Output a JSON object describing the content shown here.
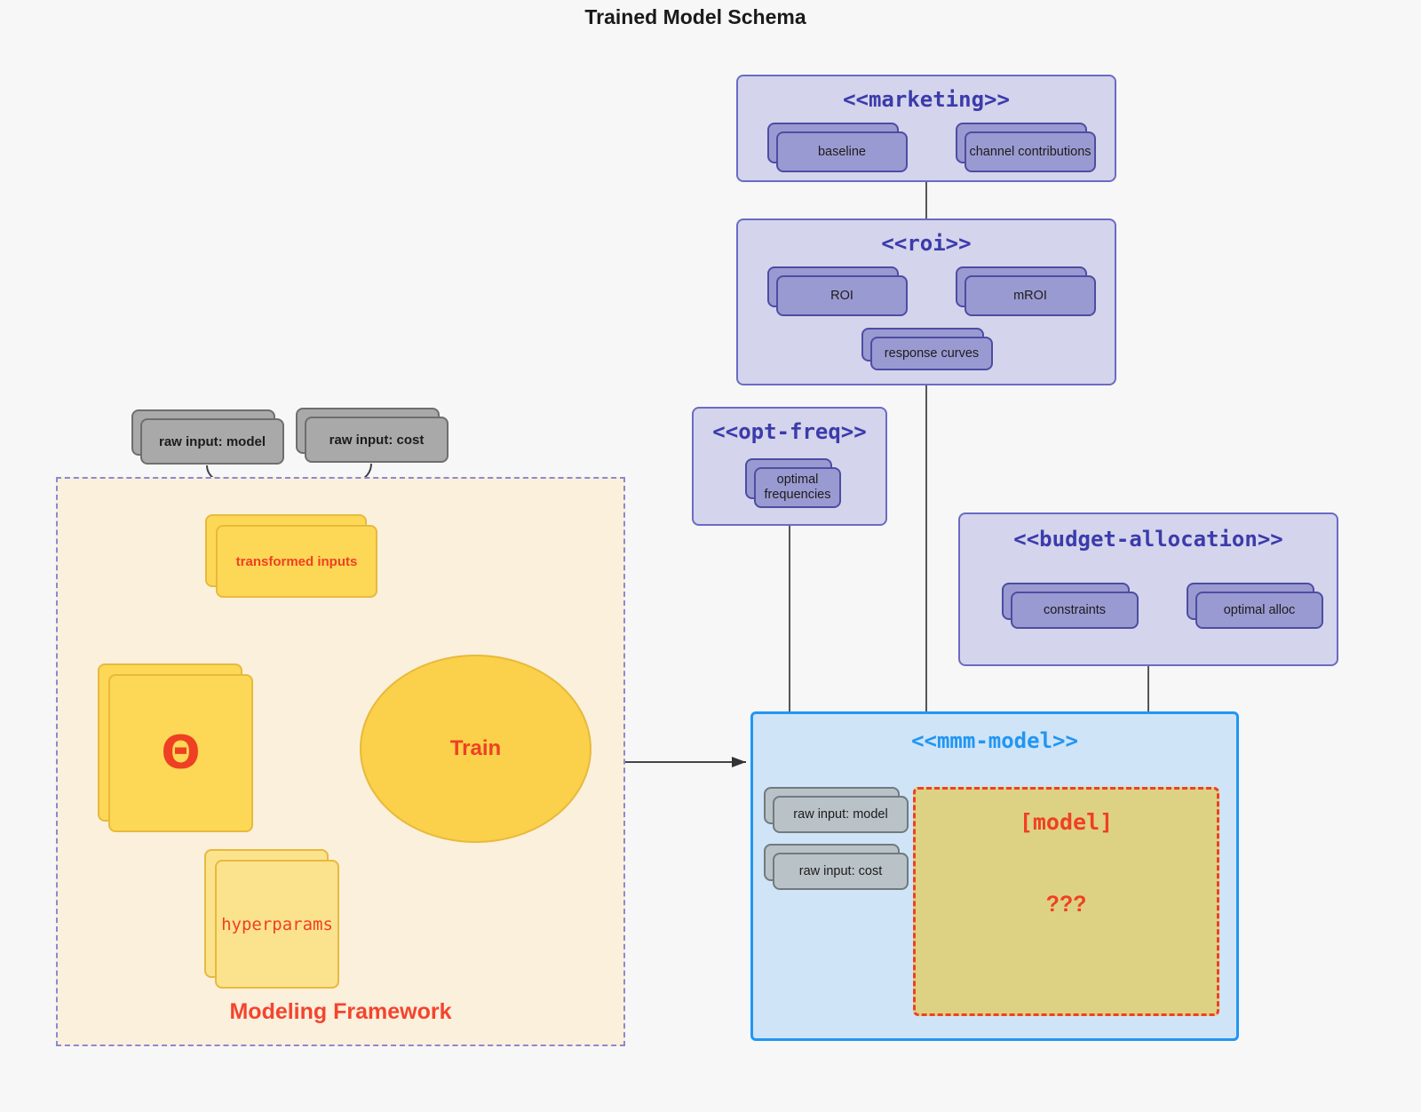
{
  "title": "Trained Model Schema",
  "packages": [
    {
      "id": "marketing",
      "name": "<<marketing>>",
      "cards": [
        {
          "label": "baseline"
        },
        {
          "label": "channel contributions"
        }
      ]
    },
    {
      "id": "roi",
      "name": "<<roi>>",
      "cards": [
        {
          "label": "ROI"
        },
        {
          "label": "mROI"
        },
        {
          "label": "response curves"
        }
      ]
    },
    {
      "id": "opt-freq",
      "name": "<<opt-freq>>",
      "cards": [
        {
          "label": "optimal frequencies"
        }
      ]
    },
    {
      "id": "budget-allocation",
      "name": "<<budget-allocation>>",
      "cards": [
        {
          "label": "constraints"
        },
        {
          "label": "optimal alloc"
        }
      ]
    },
    {
      "id": "mmm-model",
      "name": "<<mmm-model>>",
      "cards": [
        {
          "label": "raw input: model"
        },
        {
          "label": "raw input: cost"
        }
      ],
      "model_box": {
        "label": "[model]",
        "unknown": "???"
      }
    }
  ],
  "framework": {
    "label": "Modeling Framework",
    "inputs": [
      {
        "label": "raw input: model"
      },
      {
        "label": "raw input: cost"
      }
    ],
    "transformed": {
      "label": "transformed inputs"
    },
    "theta": {
      "label": "Θ"
    },
    "hyperparams": {
      "label": "hyperparams"
    },
    "train": {
      "label": "Train"
    }
  },
  "colors": {
    "background": "#f7f7f7",
    "package_fill": "#d4d4ec",
    "package_border": "#6b6bc4",
    "package_title": "#3b3bab",
    "card_fill": "#9a9ad2",
    "card_border": "#4d4da3",
    "grey_fill": "#a9a9a9",
    "grey_border": "#6e6e6e",
    "blue_fill": "#cfe4f7",
    "blue_border": "#2196f3",
    "model_fill": "#ddd283",
    "accent_red": "#ef4023",
    "yellow_fill": "#fcd856",
    "yellow_pale": "#fbe38e",
    "ellipse_fill": "#fbd04a",
    "framework_fill": "#faf0dc",
    "framework_border": "#8a8ad0"
  }
}
